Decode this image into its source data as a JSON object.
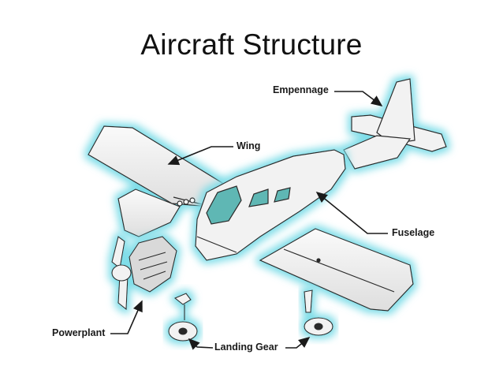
{
  "title": "Aircraft Structure",
  "callouts": {
    "empennage": "Empennage",
    "wing": "Wing",
    "fuselage": "Fuselage",
    "powerplant": "Powerplant",
    "landing_gear": "Landing Gear"
  },
  "colors": {
    "glow": "#7fdde8",
    "part_fill": "#f2f2f2",
    "outline": "#2a2a2a",
    "window": "#5fb7b4"
  }
}
